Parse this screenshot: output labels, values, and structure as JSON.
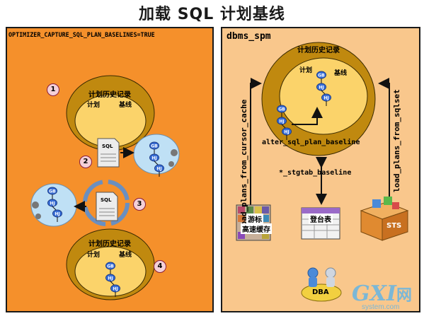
{
  "title": "加载 SQL 计划基线",
  "left_panel": {
    "parameter": "OPTIMIZER_CAPTURE_SQL_PLAN_BASELINES=TRUE",
    "steps": [
      "1",
      "2",
      "3",
      "4"
    ],
    "history_label": "计划历史记录",
    "plan_label": "计划",
    "baseline_label": "基线",
    "sql_label": "SQL"
  },
  "right_panel": {
    "package": "dbms_spm",
    "history_label": "计划历史记录",
    "plan_label": "计划",
    "baseline_label": "基线",
    "alter_label": "alter_sql_plan_baseline",
    "stgtab_label": "*_stgtab_baseline",
    "load_cache_label": "load_plans_from_cursor_cache",
    "load_sqlset_label": "load_plans_from_sqlset",
    "cursor_cache_line1": "游标",
    "cursor_cache_line2": "高速缓存",
    "staging_table_label": "登台表",
    "sts_label": "STS",
    "dba_label": "DBA"
  },
  "plan_nodes": {
    "gb": "GB",
    "hj": "HJ"
  },
  "watermark": {
    "brand": "GXI",
    "suffix": "网",
    "site": "system.com"
  },
  "colors": {
    "left_bg": "#f5902b",
    "right_bg": "#f9c78c",
    "ring_outer": "#c0890f",
    "ring_inner": "#fbd36a",
    "node_blue": "#3a6fd6",
    "bubble": "#bfe0f5"
  }
}
